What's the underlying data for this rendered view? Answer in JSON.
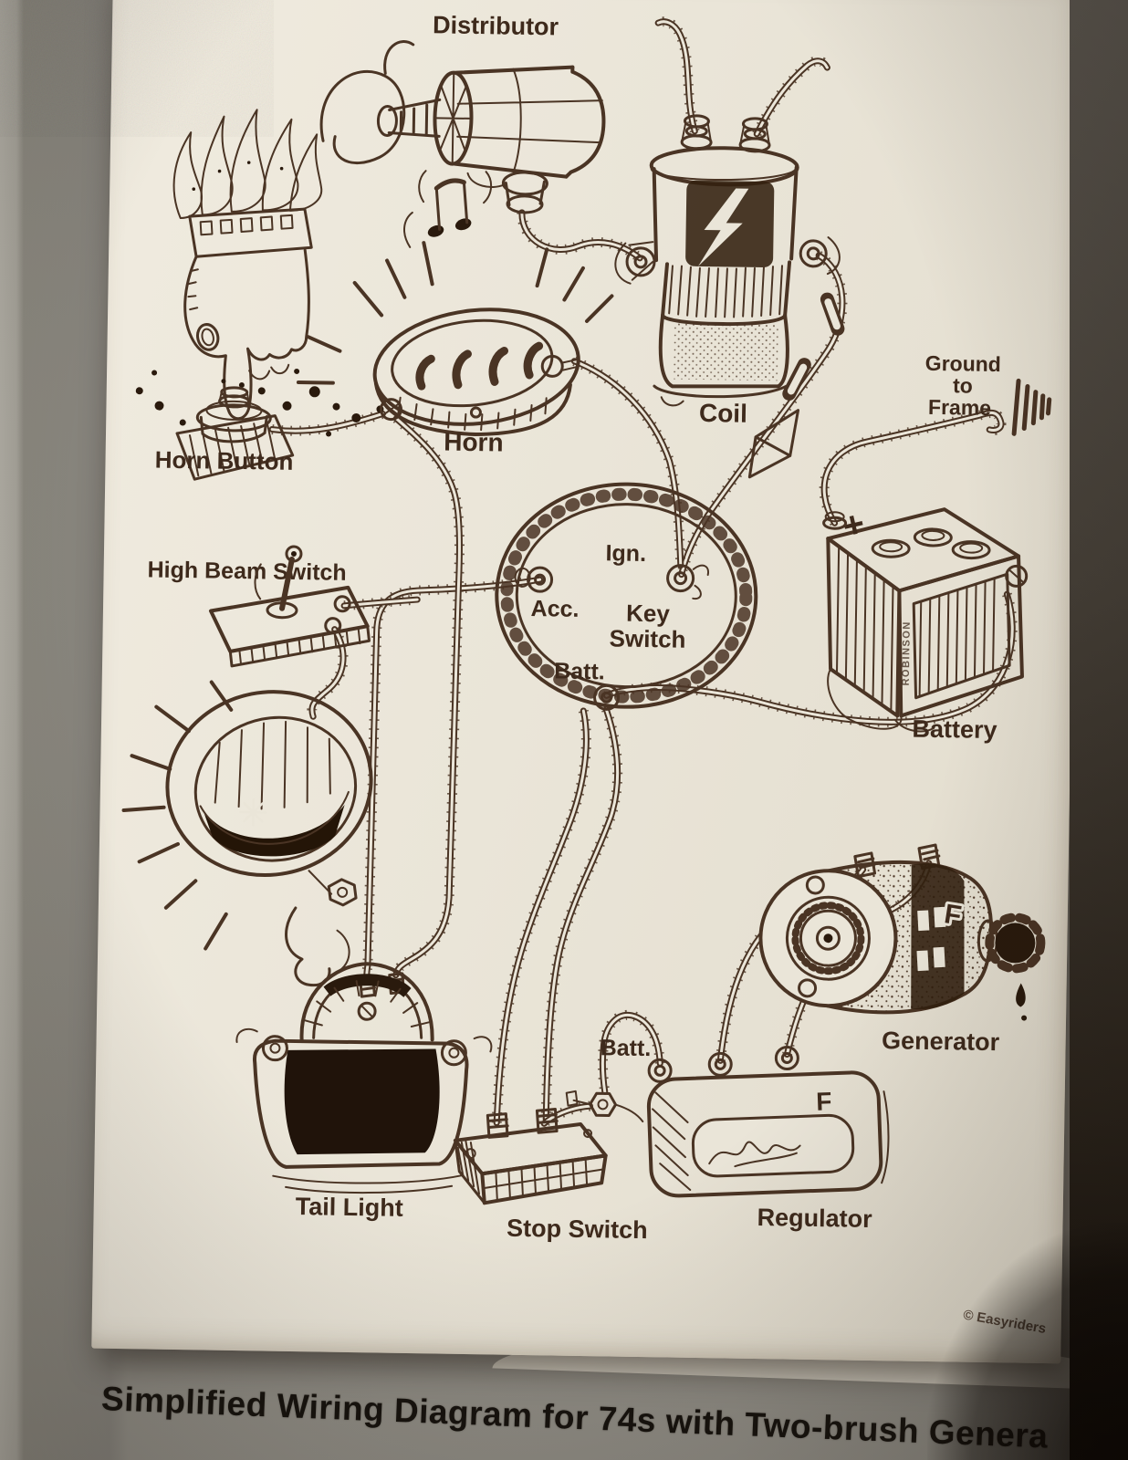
{
  "photo": {
    "caption": "Simplified Wiring Diagram for 74s with Two-brush Genera",
    "copyright": "© Easyriders",
    "artist_signature": "ROBINSON"
  },
  "diagram": {
    "labels": {
      "distributor": "Distributor",
      "coil": "Coil",
      "horn": "Horn",
      "horn_button": "Horn Button",
      "high_beam_switch": "High Beam Switch",
      "ground_to_frame": {
        "line1": "Ground",
        "line2": "to",
        "line3": "Frame"
      },
      "key_switch": {
        "line1": "Key",
        "line2": "Switch",
        "ign": "Ign.",
        "acc": "Acc.",
        "batt": "Batt."
      },
      "battery": "Battery",
      "generator": "Generator",
      "tail_light": "Tail Light",
      "stop_switch": "Stop Switch",
      "regulator": "Regulator",
      "regulator_batt": "Batt."
    },
    "markings": {
      "battery_plus": "+",
      "generator_f": "F",
      "regulator_f": "F"
    },
    "colors": {
      "ink": "#4a3424",
      "paper": "#eae5d8",
      "cover_gray": "#8b887f"
    }
  }
}
